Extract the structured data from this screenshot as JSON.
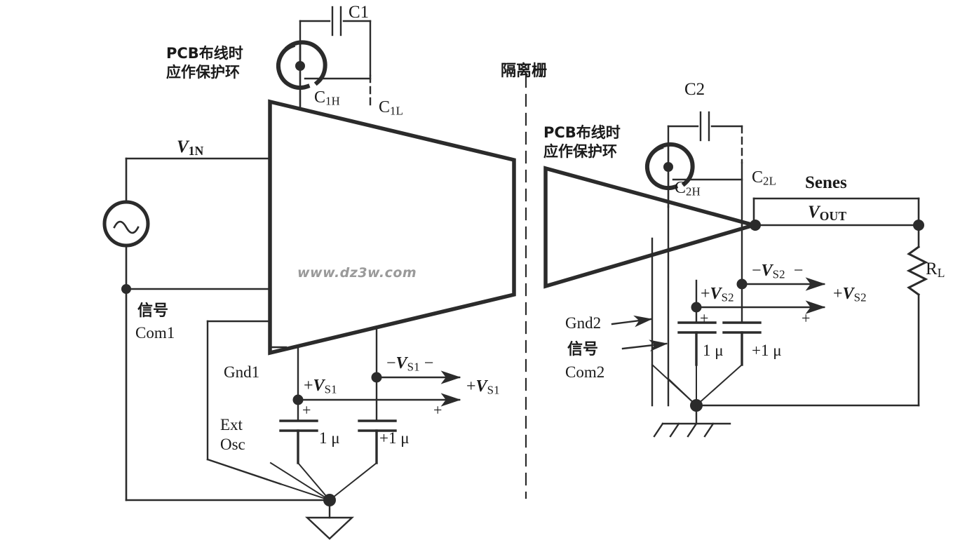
{
  "diagram": {
    "title": "isolation-amplifier-circuit",
    "watermark": "www.dz3w.com",
    "colors": {
      "line": "#2b2b2b",
      "text": "#1a1a1a",
      "watermark": "#9a9a9a"
    }
  },
  "labels": {
    "pcb_guard_left_line1": "PCB布线时",
    "pcb_guard_left_line2": "应作保护环",
    "pcb_guard_right_line1": "PCB布线时",
    "pcb_guard_right_line2": "应作保护环",
    "isolation_barrier": "隔离栅",
    "c1": "C1",
    "c1h_main": "C",
    "c1h_sub": "1H",
    "c1l_main": "C",
    "c1l_sub": "1L",
    "c2": "C2",
    "c2h_main": "C",
    "c2h_sub": "2H",
    "c2l_main": "C",
    "c2l_sub": "2L",
    "vin_main": "V",
    "vin_sub": "1N",
    "vout_main": "V",
    "vout_sub": "OUT",
    "sense": "Senes",
    "rl_main": "R",
    "rl_sub": "L",
    "signal_com1_line1": "信号",
    "signal_com1_line2": "Com1",
    "signal_com2_line1": "信号",
    "signal_com2_line2": "Com2",
    "gnd1": "Gnd1",
    "gnd2": "Gnd2",
    "ext_osc_line1": "Ext",
    "ext_osc_line2": "Osc",
    "neg_vs1_prefix": "−",
    "neg_vs1_main": "V",
    "neg_vs1_sub": "S1",
    "neg_vs1_suffix": "−",
    "pos_vs1_inner_prefix": "+",
    "pos_vs1_inner_main": "V",
    "pos_vs1_inner_sub": "S1",
    "pos_vs1_outer_prefix": "+",
    "pos_vs1_outer_main": "V",
    "pos_vs1_outer_sub": "S1",
    "neg_vs2_prefix": "−",
    "neg_vs2_main": "V",
    "neg_vs2_sub": "S2",
    "neg_vs2_suffix": "−",
    "pos_vs2_inner_prefix": "+",
    "pos_vs2_inner_main": "V",
    "pos_vs2_inner_sub": "S2",
    "pos_vs2_outer_prefix": "+",
    "pos_vs2_outer_main": "V",
    "pos_vs2_outer_sub": "S2",
    "cap1_left_value": "1 μ",
    "cap1_right_value": "+1 μ",
    "cap2_left_value": "1 μ",
    "cap2_right_value": "+1 μ",
    "plus_c1_left": "+",
    "plus_c1_rail": "+",
    "plus_c2_left": "+",
    "plus_c2_rail": "+"
  },
  "icons": {
    "ac_source": "ac-source-icon",
    "guard_ring_left": "guard-ring-icon",
    "guard_ring_right": "guard-ring-icon",
    "resistor": "resistor-icon",
    "ground_triangle": "ground-triangle-icon",
    "ground_earth": "ground-earth-icon",
    "capacitor": "capacitor-icon",
    "arrow": "arrow-right-icon"
  }
}
